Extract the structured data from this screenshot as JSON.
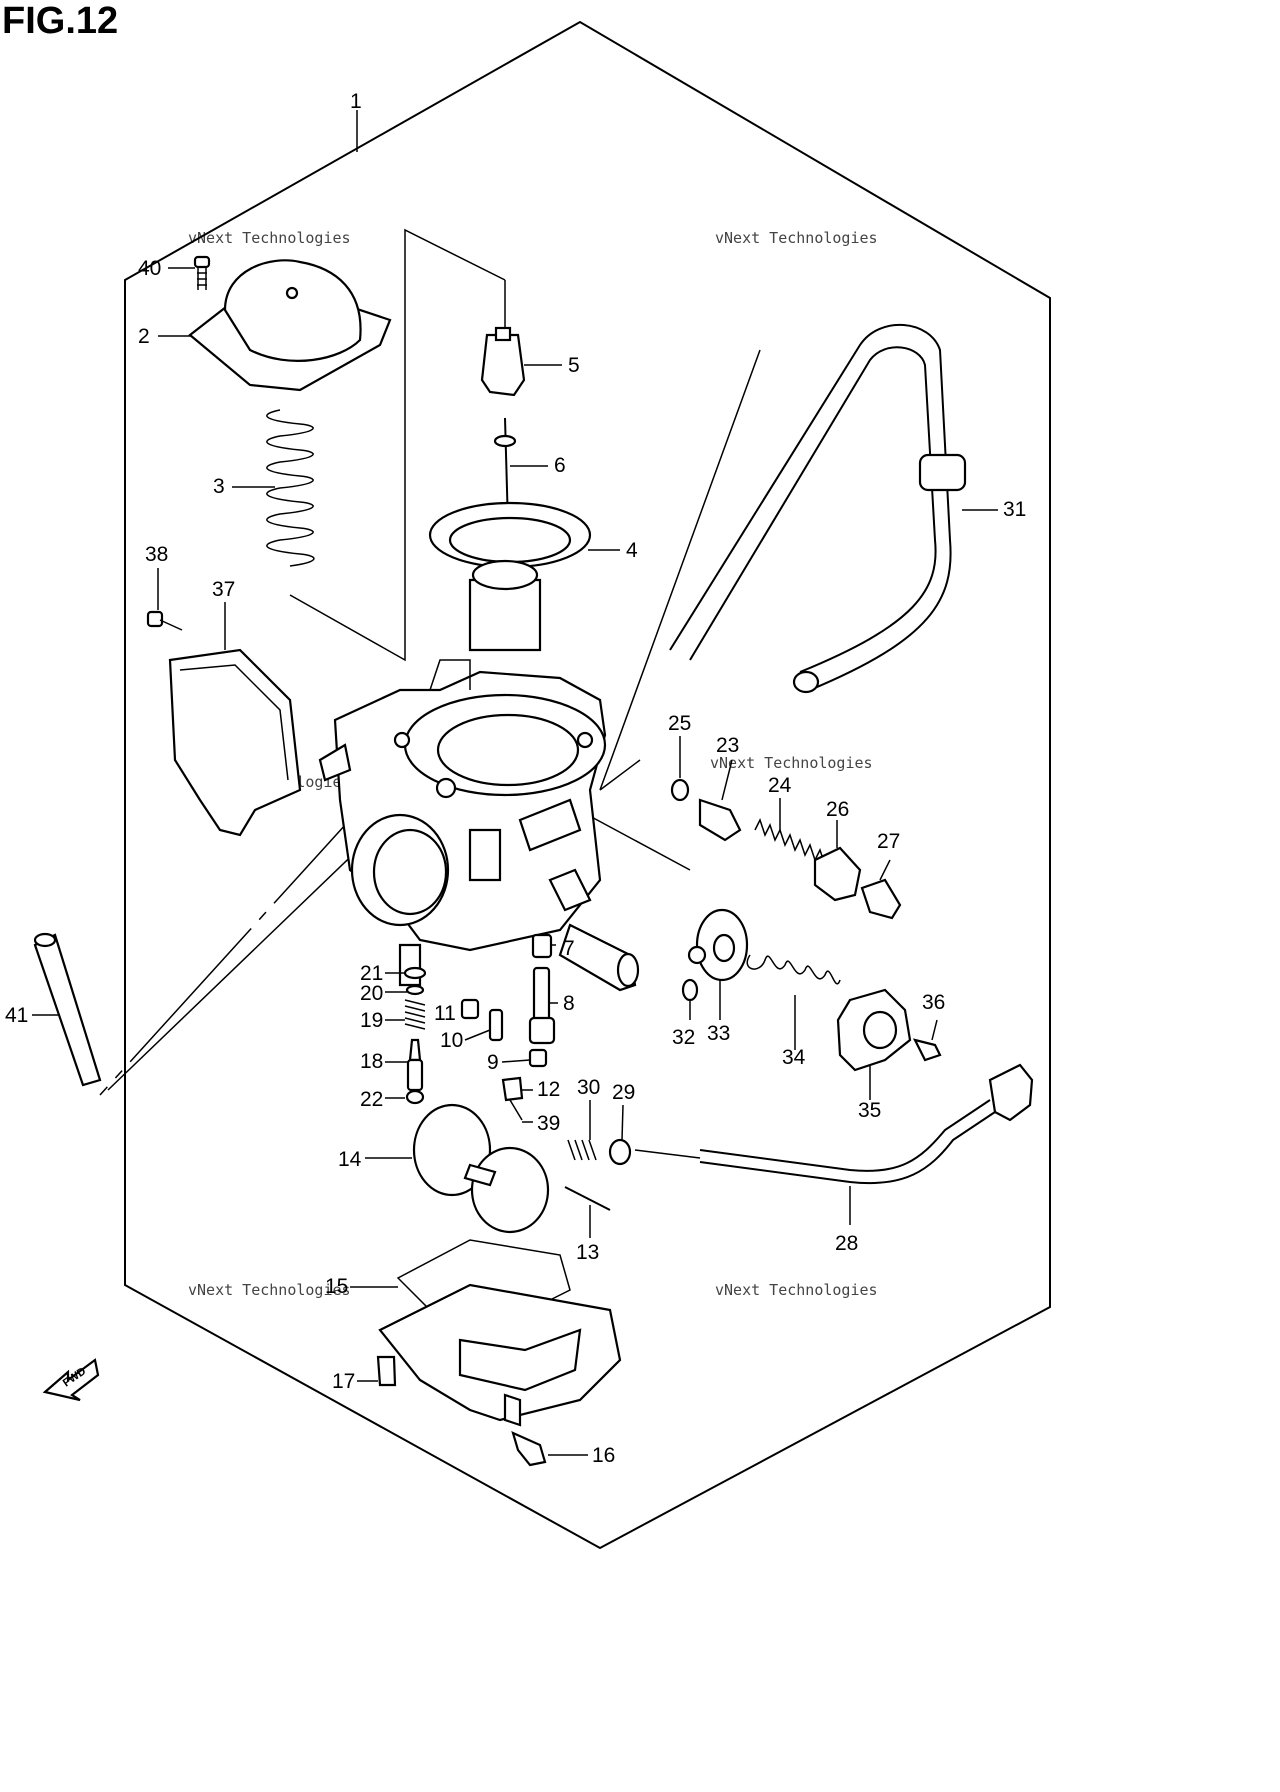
{
  "figure": {
    "title": "FIG.12"
  },
  "watermark": {
    "line1": "vNext Technologies",
    "line2": "vNext",
    "line3": "Technologies"
  },
  "fwd_label": "FWD",
  "callouts": {
    "c1": "1",
    "c2": "2",
    "c3": "3",
    "c4": "4",
    "c5": "5",
    "c6": "6",
    "c7": "7",
    "c8": "8",
    "c9": "9",
    "c10": "10",
    "c11": "11",
    "c12": "12",
    "c13": "13",
    "c14": "14",
    "c15": "15",
    "c16": "16",
    "c17": "17",
    "c18": "18",
    "c19": "19",
    "c20": "20",
    "c21": "21",
    "c22": "22",
    "c23": "23",
    "c24": "24",
    "c25": "25",
    "c26": "26",
    "c27": "27",
    "c28": "28",
    "c29": "29",
    "c30": "30",
    "c31": "31",
    "c32": "32",
    "c33": "33",
    "c34": "34",
    "c35": "35",
    "c36": "36",
    "c37": "37",
    "c38": "38",
    "c39": "39",
    "c40": "40",
    "c41": "41"
  }
}
